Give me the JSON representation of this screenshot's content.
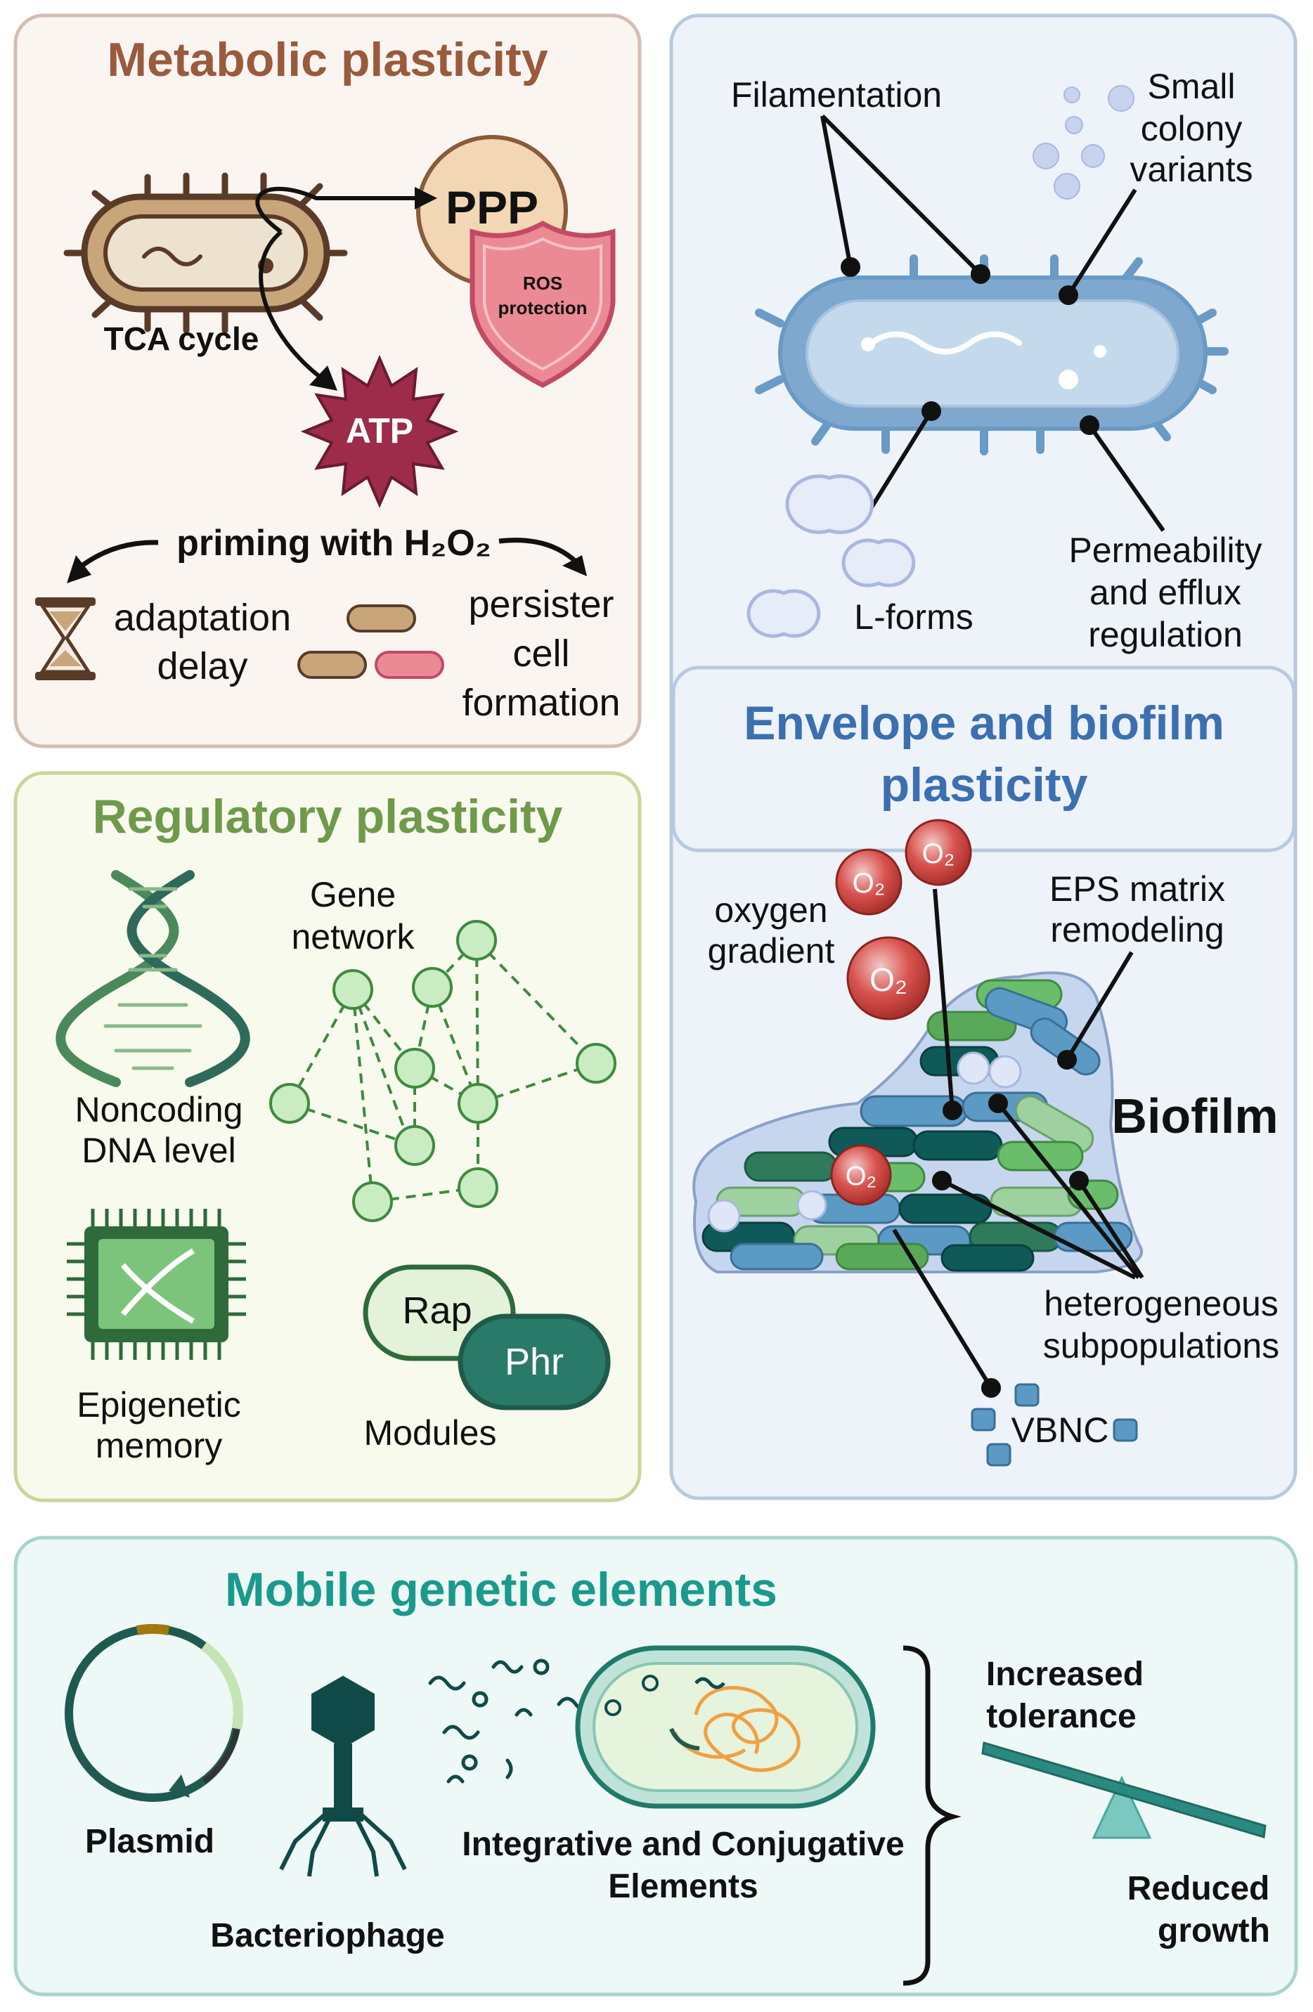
{
  "colors": {
    "metabolic": "#9a5a3c",
    "regulatory": "#6e9a4a",
    "envelope": "#3b6fb0",
    "mobile": "#1a9a8c",
    "text": "#111111"
  },
  "metabolic": {
    "title": "Metabolic plasticity",
    "ppp": "PPP",
    "ros_line1": "ROS",
    "ros_line2": "protection",
    "tca": "TCA cycle",
    "atp": "ATP",
    "priming": "priming with H₂O₂",
    "adaptation_line1": "adaptation",
    "adaptation_line2": "delay",
    "persister_line1": "persister",
    "persister_line2": "cell",
    "persister_line3": "formation",
    "icons": [
      "hourglass-icon",
      "bacterium-icon",
      "shield-icon",
      "starburst-icon"
    ]
  },
  "envelope": {
    "filamentation": "Filamentation",
    "scv_line1": "Small",
    "scv_line2": "colony",
    "scv_line3": "variants",
    "lforms": "L-forms",
    "perm_line1": "Permeability",
    "perm_line2": "and efflux",
    "perm_line3": "regulation",
    "title_line1": "Envelope and biofilm",
    "title_line2": "plasticity",
    "o2": "O₂",
    "oxygen_line1": "oxygen",
    "oxygen_line2": "gradient",
    "eps_line1": "EPS matrix",
    "eps_line2": "remodeling",
    "biofilm": "Biofilm",
    "hetero_line1": "heterogeneous",
    "hetero_line2": "subpopulations",
    "vbnc": "VBNC"
  },
  "regulatory": {
    "title": "Regulatory plasticity",
    "gene_line1": "Gene",
    "gene_line2": "network",
    "noncoding_line1": "Noncoding",
    "noncoding_line2": "DNA level",
    "epigenetic_line1": "Epigenetic",
    "epigenetic_line2": "memory",
    "rap": "Rap",
    "phr": "Phr",
    "modules": "Modules",
    "icons": [
      "dna-helix-icon",
      "chip-icon"
    ]
  },
  "mobile": {
    "title": "Mobile genetic elements",
    "plasmid": "Plasmid",
    "bacteriophage": "Bacteriophage",
    "ice_line1": "Integrative and Conjugative",
    "ice_line2": "Elements",
    "tolerance_line1": "Increased",
    "tolerance_line2": "tolerance",
    "growth_line1": "Reduced",
    "growth_line2": "growth",
    "icons": [
      "plasmid-icon",
      "phage-icon",
      "seesaw-icon"
    ]
  }
}
